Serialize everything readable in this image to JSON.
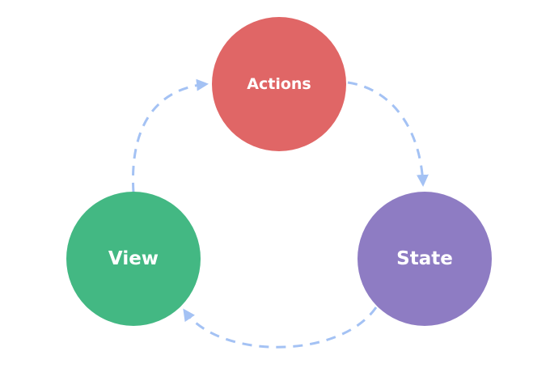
{
  "diagram": {
    "nodes": {
      "actions": {
        "label": "Actions",
        "color": "#e06666"
      },
      "state": {
        "label": "State",
        "color": "#8e7cc3"
      },
      "view": {
        "label": "View",
        "color": "#43b883"
      }
    },
    "arrow_color": "#a4c2f4",
    "arrows": [
      {
        "from": "actions",
        "to": "state"
      },
      {
        "from": "state",
        "to": "view"
      },
      {
        "from": "view",
        "to": "actions"
      }
    ]
  }
}
